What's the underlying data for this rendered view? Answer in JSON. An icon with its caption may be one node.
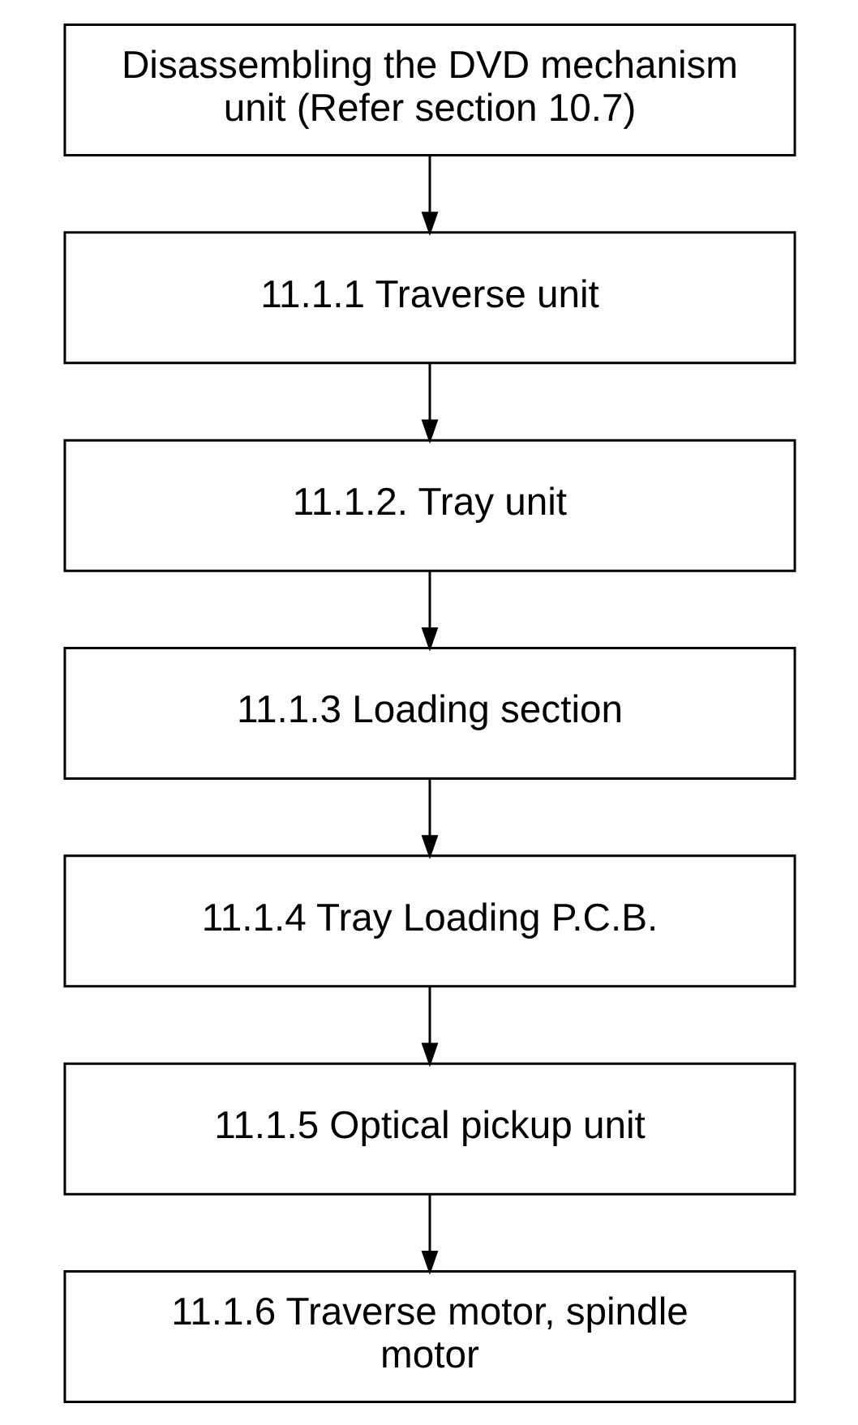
{
  "diagram": {
    "nodes": [
      {
        "text": [
          "Disassembling the DVD mechanism unit (Refer section 10.7)"
        ]
      },
      {
        "text": [
          "11.1.1 Traverse unit"
        ]
      },
      {
        "text": [
          "11.1.2. Tray unit"
        ]
      },
      {
        "text": [
          "11.1.3 Loading section"
        ]
      },
      {
        "text": [
          "11.1.4 Tray Loading P.C.B."
        ]
      },
      {
        "text": [
          "11.1.5 Optical pickup unit"
        ]
      },
      {
        "text": [
          "11.1.6 Traverse motor, spindle motor"
        ]
      }
    ],
    "edges": [
      {
        "from": 0,
        "to": 1,
        "arrow": "to"
      },
      {
        "from": 1,
        "to": 2,
        "arrow": "to"
      },
      {
        "from": 2,
        "to": 3,
        "arrow": "to"
      },
      {
        "from": 3,
        "to": 4,
        "arrow": "to"
      },
      {
        "from": 4,
        "to": 5,
        "arrow": "to"
      },
      {
        "from": 5,
        "to": 6,
        "arrow": "to"
      }
    ]
  }
}
